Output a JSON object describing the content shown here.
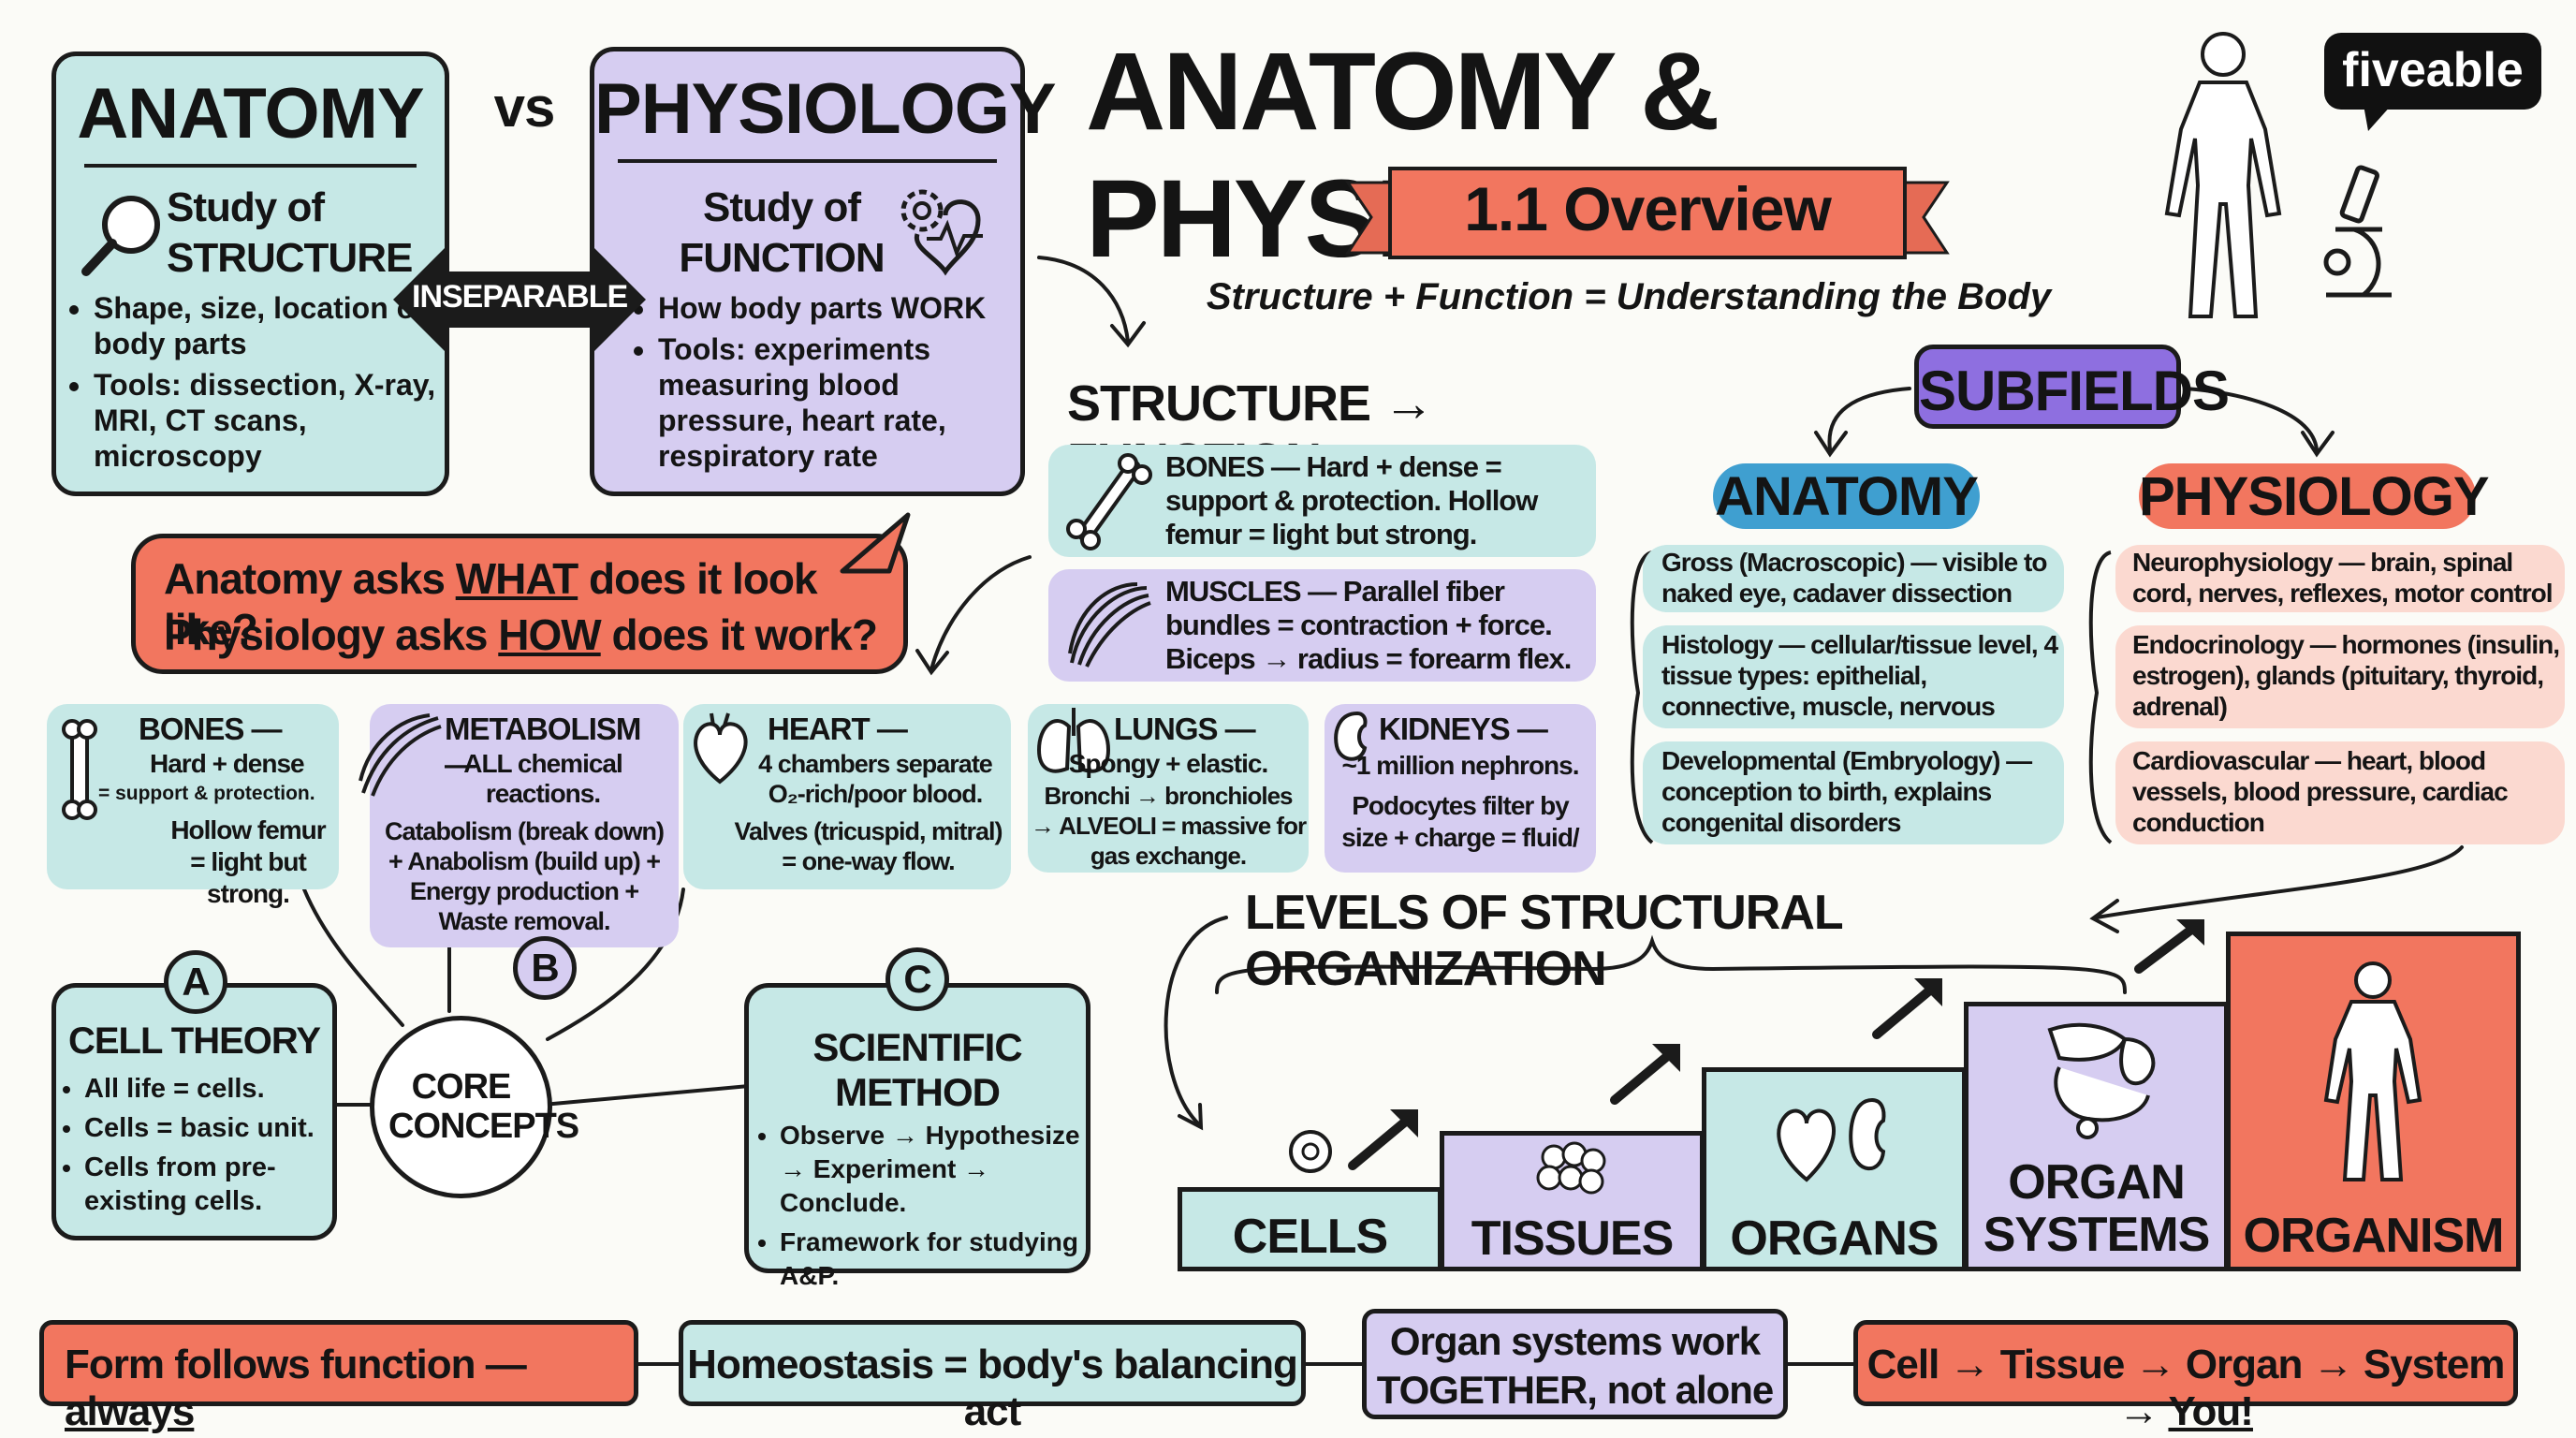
{
  "brand": "fiveable",
  "title": "ANATOMY & PHYSIOLOGY",
  "subtitle": "1.1 Overview",
  "tagline": "Structure + Function = Understanding the Body",
  "vs": "vs",
  "anatomy_card": {
    "heading": "ANATOMY",
    "study": "Study of STRUCTURE",
    "bullets": [
      "Shape, size, location of body parts",
      "Tools: dissection, X-ray, MRI, CT scans, microscopy"
    ]
  },
  "physiology_card": {
    "heading": "PHYSIOLOGY",
    "study": "Study of FUNCTION",
    "bullets": [
      "How body parts WORK",
      "Tools: experiments measuring blood pressure, heart rate, respiratory rate"
    ]
  },
  "inseparable": "INSEPARABLE",
  "question": {
    "line1_pre": "Anatomy asks ",
    "line1_em": "WHAT",
    "line1_post": " does it look like?",
    "line2_pre": "Physiology asks ",
    "line2_em": "HOW",
    "line2_post": " does it work?"
  },
  "structure_function": {
    "heading": "STRUCTURE → FUNCTION",
    "items": [
      {
        "icon": "bone-icon",
        "text": "BONES — Hard + dense = support & protection. Hollow femur = light but strong."
      },
      {
        "icon": "muscle-icon",
        "text": "MUSCLES — Parallel fiber bundles = contraction + force. Biceps → radius = forearm flex."
      }
    ]
  },
  "examples": [
    {
      "title": "BONES —",
      "body": "Hard + dense",
      "small": "= support & protection.",
      "extra": "Hollow femur = light but strong."
    },
    {
      "title": "METABOLISM —",
      "body": "ALL chemical reactions.",
      "extra": "Catabolism (break down) + Anabolism (build up) + Energy production + Waste removal."
    },
    {
      "title": "HEART —",
      "body": "4 chambers separate O₂-rich/poor blood.",
      "extra": "Valves (tricuspid, mitral) = one-way flow."
    },
    {
      "title": "LUNGS —",
      "body": "Spongy + elastic.",
      "extra": "Bronchi → bronchioles → ALVEOLI = massive for gas exchange."
    },
    {
      "title": "KIDNEYS —",
      "body": "~1 million nephrons.",
      "extra": "Podocytes filter by size + charge = fluid/"
    }
  ],
  "core": {
    "center": "CORE CONCEPTS",
    "a_label": "A",
    "a_title": "CELL THEORY",
    "a_bullets": [
      "All life = cells.",
      "Cells = basic unit.",
      "Cells from pre-existing cells."
    ],
    "b_label": "B",
    "c_label": "C",
    "c_title": "SCIENTIFIC METHOD",
    "c_bullets": [
      "Observe → Hypothesize → Experiment → Conclude.",
      "Framework for studying A&P."
    ]
  },
  "subfields": {
    "heading": "SUBFIELDS",
    "anatomy": "ANATOMY",
    "physiology": "PHYSIOLOGY",
    "anatomy_items": [
      "Gross (Macroscopic) — visible to naked eye, cadaver dissection",
      "Histology — cellular/tissue level, 4 tissue types: epithelial, connective, muscle, nervous",
      "Developmental (Embryology) — conception to birth, explains congenital disorders"
    ],
    "physiology_items": [
      "Neurophysiology — brain, spinal cord, nerves, reflexes, motor control",
      "Endocrinology — hormones (insulin, estrogen), glands (pituitary, thyroid, adrenal)",
      "Cardiovascular — heart, blood vessels, blood pressure, cardiac conduction"
    ]
  },
  "levels": {
    "heading": "LEVELS OF STRUCTURAL ORGANIZATION",
    "steps": [
      "CELLS",
      "TISSUES",
      "ORGANS",
      "ORGAN SYSTEMS",
      "ORGANISM"
    ]
  },
  "footer": {
    "f1_pre": "Form follows function — ",
    "f1_em": "always",
    "f2": "Homeostasis = body's balancing act",
    "f3": "Organ systems work TOGETHER, not alone",
    "f4_pre": "Cell → Tissue → Organ → System → ",
    "f4_em": "You!"
  },
  "colors": {
    "teal": "#c6e8e6",
    "lavender": "#d6cdf1",
    "coral": "#f2765f",
    "ink": "#1b1b1b"
  }
}
